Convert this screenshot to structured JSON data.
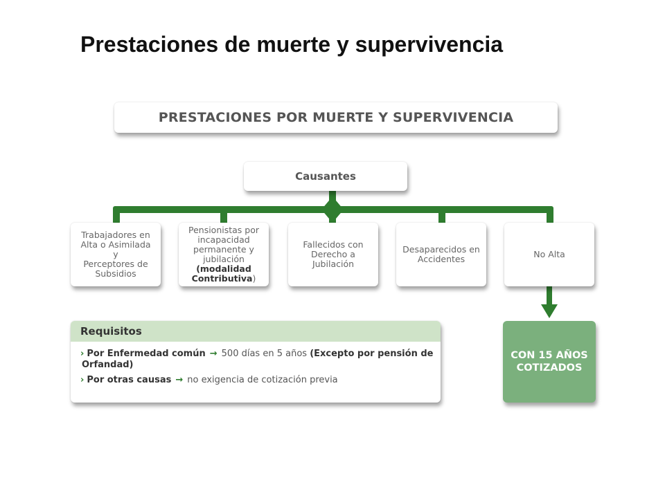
{
  "slide": {
    "title": "Prestaciones de muerte y supervivencia"
  },
  "diagram": {
    "header": "PRESTACIONES POR MUERTE Y SUPERVIVENCIA",
    "root": "Causantes",
    "leaves": [
      {
        "lines": [
          "Trabajadores en",
          "Alta o Asimilada",
          "y",
          "Perceptores de",
          "Subsidios"
        ]
      },
      {
        "lines": [
          "Pensionistas por",
          "incapacidad",
          "permanente y",
          "jubilación"
        ],
        "bold_line_1": "(modalidad",
        "bold_line_2": "Contributiva",
        "tail": ")"
      },
      {
        "lines": [
          "Fallecidos con",
          "Derecho a",
          "Jubilación"
        ]
      },
      {
        "lines": [
          "Desaparecidos en",
          "Accidentes"
        ]
      },
      {
        "lines": [
          "No Alta"
        ]
      }
    ],
    "requirements": {
      "title": "Requisitos",
      "item1_key": "Por Enfermedad común",
      "item1_value": "500 días en 5 años",
      "item1_note_line1": "(Excepto por pensión de",
      "item1_note_line2": "Orfandad)",
      "item2_key": "Por otras causas",
      "item2_value": "no exigencia de cotización previa"
    },
    "no_alta_requirement": {
      "line1": "CON 15 AÑOS",
      "line2": "COTIZADOS"
    },
    "colors": {
      "connector": "#2f7d2f",
      "requirements_header": "#cfe3c8",
      "cotizados_box": "#7bb07d"
    },
    "icons": {
      "bullet": "chevron-right-icon",
      "arrow": "arrow-right-icon"
    }
  }
}
